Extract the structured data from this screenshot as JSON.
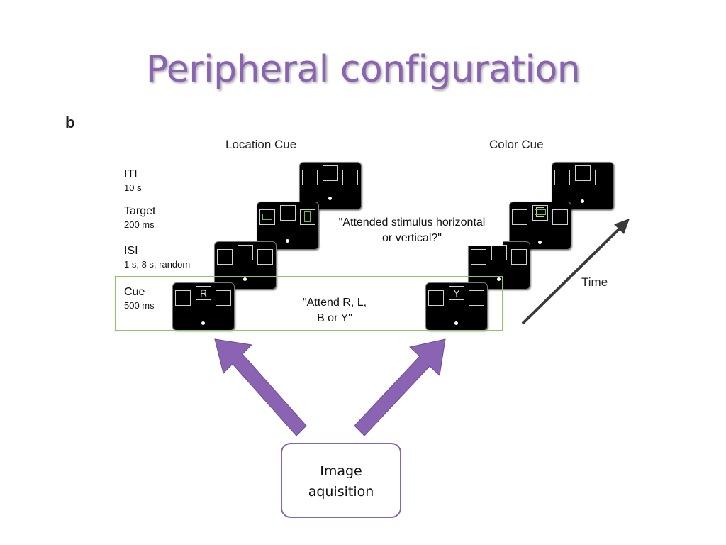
{
  "slide": {
    "title": "Peripheral configuration",
    "panel_letter": "b",
    "column_headers": {
      "location": "Location Cue",
      "color": "Color Cue"
    },
    "rows": [
      {
        "label": "ITI",
        "duration": "10 s"
      },
      {
        "label": "Target",
        "duration": "200 ms"
      },
      {
        "label": "ISI",
        "duration": "1 s, 8 s, random"
      },
      {
        "label": "Cue",
        "duration": "500 ms"
      }
    ],
    "target_question": {
      "line1": "\"Attended stimulus horizontal",
      "line2": "or vertical?\""
    },
    "cue_instruction": {
      "line1": "\"Attend R, L,",
      "line2": "B or Y\""
    },
    "cue_letters": {
      "location": "R",
      "color": "Y"
    },
    "time_label": "Time",
    "callout": {
      "line1": "Image",
      "line2": "aquisition"
    }
  },
  "colors": {
    "title": "#8a63b3",
    "arrow_fill": "#8a63b3",
    "highlight_frame": "#8cc56b",
    "target_green": "#6fbf4a",
    "target_yellow": "#d8d84a"
  }
}
